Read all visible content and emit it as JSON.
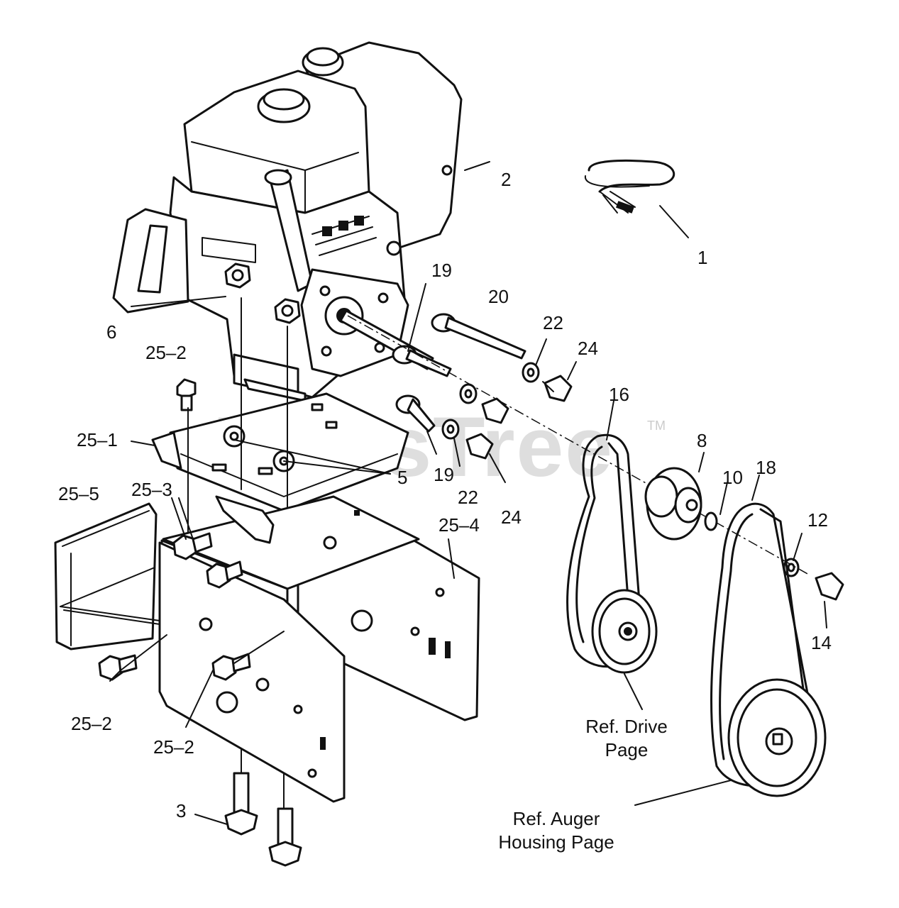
{
  "watermark": {
    "text": "PartsTree",
    "trademark": "TM"
  },
  "callouts": {
    "c1": "1",
    "c2": "2",
    "c3": "3",
    "c5": "5",
    "c6": "6",
    "c8": "8",
    "c10": "10",
    "c12": "12",
    "c14": "14",
    "c16": "16",
    "c18": "18",
    "c19a": "19",
    "c19b": "19",
    "c20": "20",
    "c22a": "22",
    "c22b": "22",
    "c24a": "24",
    "c24b": "24",
    "c25_1": "25–1",
    "c25_2a": "25–2",
    "c25_2b": "25–2",
    "c25_2c": "25–2",
    "c25_3": "25–3",
    "c25_4": "25–4",
    "c25_5": "25–5"
  },
  "references": {
    "drive_line1": "Ref. Drive",
    "drive_line2": "Page",
    "auger_line1": "Ref. Auger",
    "auger_line2": "Housing Page"
  },
  "colors": {
    "ink": "#111111",
    "paper": "#ffffff",
    "watermark": "#a0a0a0"
  }
}
